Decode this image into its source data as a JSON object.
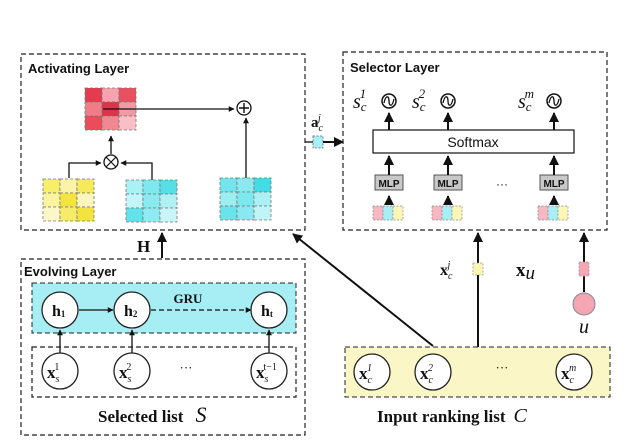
{
  "activating": {
    "title": "Activating Layer",
    "heatmap_colors": [
      "#e63a4e",
      "#f5a3ad",
      "#e8505f",
      "#f07c88",
      "#de3448",
      "#f09aa3",
      "#ec4b5a",
      "#f2888f",
      "#f8c0c6"
    ],
    "yellow_colors": [
      "#f7ee6a",
      "#fbf3a8",
      "#f5ea5c",
      "#faf3a0",
      "#f3e441",
      "#fbf6c0",
      "#fcf7c8",
      "#f6ec6a",
      "#f2e33e"
    ],
    "cyan_a_colors": [
      "#a8f1f5",
      "#7fe8ef",
      "#57dfe8",
      "#c4f5f8",
      "#89eaf0",
      "#b0f1f4",
      "#63e2ea",
      "#8eebf1",
      "#c8f6f8"
    ],
    "cyan_b_colors": [
      "#72e5ed",
      "#8aeaf0",
      "#45dbe5",
      "#9deef3",
      "#7ee8ef",
      "#aaf0f4",
      "#6be3eb",
      "#8ae9f0",
      "#c0f4f7"
    ],
    "multiply_symbol": "⊗",
    "add_symbol": "⊕"
  },
  "h_label": "H",
  "a_label": {
    "base": "a",
    "sub": "c",
    "sup": "j"
  },
  "selector": {
    "title": "Selector Layer",
    "softmax": "Softmax",
    "mlp": [
      "MLP",
      "MLP",
      "MLP"
    ],
    "ellipsis": "···",
    "scores": [
      {
        "base": "s",
        "sub": "c",
        "sup": "1"
      },
      {
        "base": "s",
        "sub": "c",
        "sup": "2"
      },
      {
        "base": "s",
        "sub": "c",
        "sup": "m"
      }
    ],
    "sigmoid_symbol": "∽",
    "triplet_colors": [
      "#f7b8c3",
      "#a9eef4",
      "#fbf5b6"
    ]
  },
  "evolving": {
    "title": "Evolving Layer",
    "gru_label": "GRU",
    "hidden": [
      {
        "base": "h",
        "sub": "1"
      },
      {
        "base": "h",
        "sub": "2"
      },
      {
        "base": "h",
        "sub": "t"
      }
    ],
    "inputs": [
      {
        "base": "x",
        "sub": "s",
        "sup": "1"
      },
      {
        "base": "x",
        "sub": "s",
        "sup": "2"
      },
      {
        "base": "x",
        "sub": "s",
        "sup": "t−1"
      }
    ],
    "ellipsis": "···",
    "caption": "Selected list",
    "caption_symbol": "S"
  },
  "candidate": {
    "x_label": {
      "base": "x",
      "sub": "c",
      "sup": "j"
    },
    "items": [
      {
        "base": "x",
        "sub": "c",
        "sup": "1"
      },
      {
        "base": "x",
        "sub": "c",
        "sup": "2"
      },
      {
        "base": "x",
        "sub": "c",
        "sup": "m"
      }
    ],
    "ellipsis": "···",
    "caption": "Input ranking list",
    "caption_symbol": "C"
  },
  "user": {
    "x_label": {
      "base": "x",
      "sub": "u"
    },
    "node_label": "u",
    "color": "#f4a6b2"
  },
  "colors": {
    "gru_band": "#a6eef4",
    "candidate_band": "#fbf6c6",
    "mlp_box": "#c8c8c8"
  }
}
